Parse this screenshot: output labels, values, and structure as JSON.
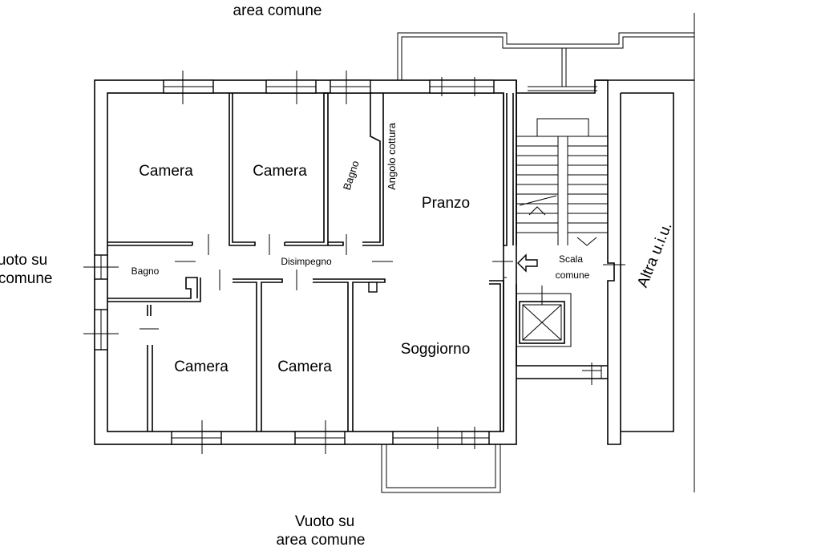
{
  "exterior": {
    "top": "area comune",
    "left_line1": "Vuoto su",
    "left_line2": "area comune",
    "bottom_line1": "Vuoto su",
    "bottom_line2": "area comune"
  },
  "rooms": {
    "camera_1": "Camera",
    "camera_2": "Camera",
    "bagno_upper": "Bagno",
    "angolo_cottura": "Angolo cottura",
    "pranzo": "Pranzo",
    "bagno_left": "Bagno",
    "disimpegno": "Disimpegno",
    "camera_3": "Camera",
    "camera_4": "Camera",
    "soggiorno": "Soggiorno",
    "scala_line1": "Scala",
    "scala_line2": "comune",
    "altra_uiu": "Altra u.i.u."
  }
}
